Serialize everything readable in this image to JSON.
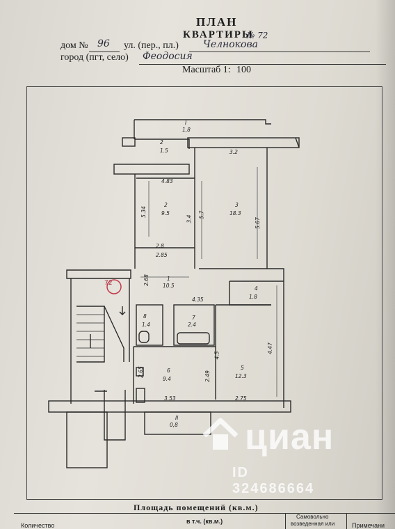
{
  "header": {
    "title": "ПЛАН",
    "subtitle": "КВАРТИРЫ",
    "apartment_no": "№ 72",
    "house_label": "дом №",
    "house_no": "96",
    "street_label": "ул. (пер., пл.)",
    "street_name": "Челнокова",
    "city_label": "город (пгт, село)",
    "city_name": "Феодосия",
    "scale_label": "Масштаб 1:",
    "scale_value": "100"
  },
  "plan": {
    "circle_label": "72",
    "rooms": [
      {
        "num": "I",
        "area": "1,8"
      },
      {
        "num": "2",
        "area": "1.5"
      },
      {
        "num": "2",
        "area": "9.5"
      },
      {
        "num": "3",
        "area": "18.3"
      },
      {
        "num": "1",
        "area": "10.5"
      },
      {
        "num": "4",
        "area": "1.8"
      },
      {
        "num": "8",
        "area": "1.4"
      },
      {
        "num": "7",
        "area": "2.4"
      },
      {
        "num": "6",
        "area": "9.4"
      },
      {
        "num": "5",
        "area": "12.3"
      },
      {
        "num": "II",
        "area": "0,8"
      }
    ],
    "dims": [
      "3.2",
      "4.83",
      "5.34",
      "3.4",
      "5.7",
      "5.67",
      "2.8",
      "2.85",
      "2.68",
      "4.35",
      "4.5",
      "4.47",
      "2.65",
      "2.49",
      "3.53",
      "2.75"
    ]
  },
  "bottom": {
    "section_title": "Площадь помещений (кв.м.)",
    "col_count": "Количество",
    "col_incl": "в т.ч. (кв.м.)",
    "col_built1": "Самовольно",
    "col_built2": "возведенная или",
    "col_note": "Примечани"
  },
  "watermark": {
    "brand": "циан",
    "listing_id": "ID 324686664"
  }
}
